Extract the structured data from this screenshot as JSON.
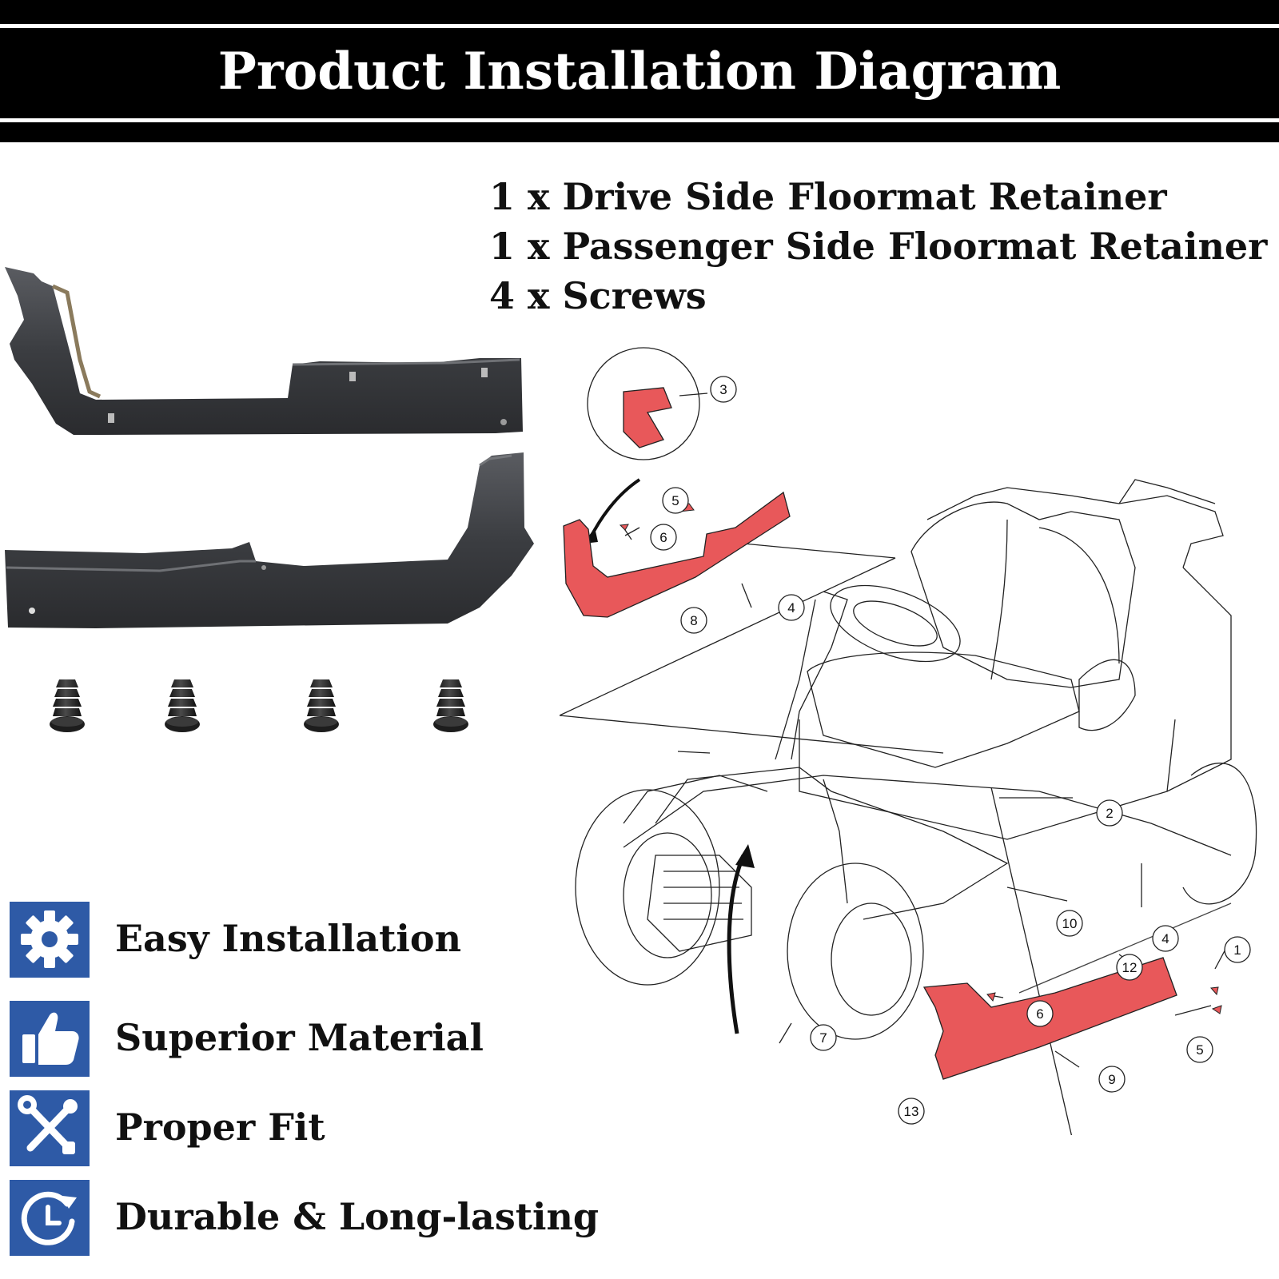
{
  "banner": {
    "title": "Product Installation Diagram"
  },
  "contents": [
    "1 x Drive Side Floormat Retainer",
    "1 x Passenger Side Floormat Retainer",
    "4 x Screws"
  ],
  "colors": {
    "banner": "#000000",
    "highlight_part": "#e8585a",
    "feature_tile": "#2e5aa6"
  },
  "callouts": [
    "1",
    "2",
    "3",
    "4",
    "4",
    "5",
    "5",
    "6",
    "6",
    "7",
    "8",
    "9",
    "10",
    "12",
    "13"
  ],
  "features": [
    {
      "icon": "gear-icon",
      "label": "Easy Installation"
    },
    {
      "icon": "thumbs-up-icon",
      "label": "Superior Material"
    },
    {
      "icon": "wrench-screwdriver-icon",
      "label": "Proper Fit"
    },
    {
      "icon": "clock-icon",
      "label": "Durable & Long-lasting"
    }
  ]
}
